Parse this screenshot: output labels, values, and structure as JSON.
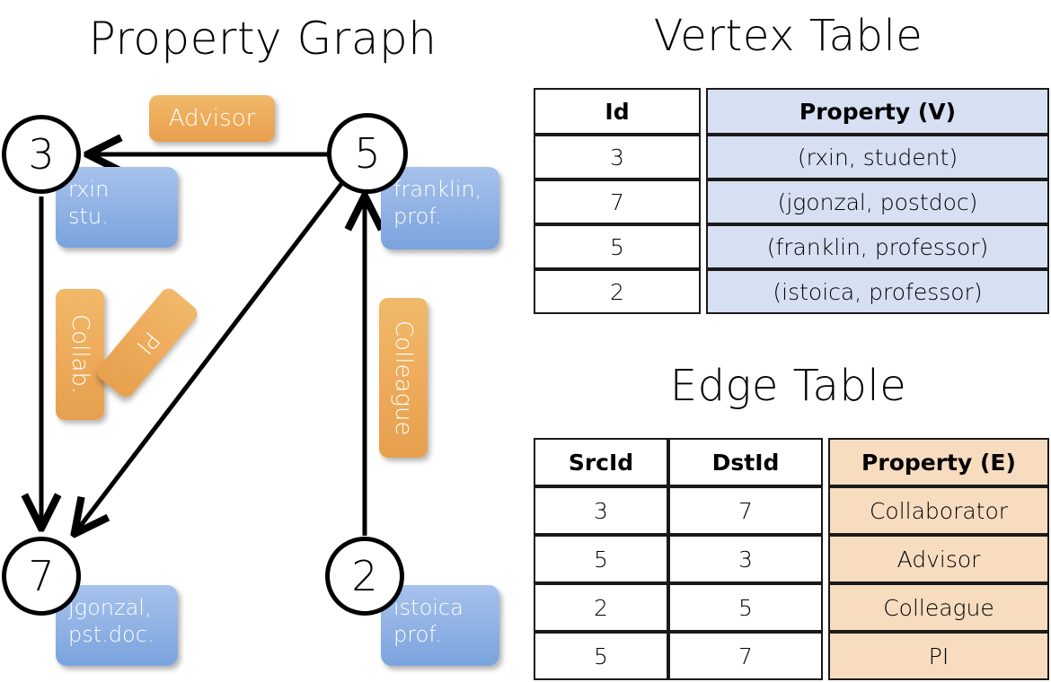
{
  "titles": {
    "property_graph": "Property Graph",
    "vertex_table": "Vertex Table",
    "edge_table": "Edge Table"
  },
  "graph": {
    "nodes": [
      {
        "id": "3",
        "name": "node-3",
        "property_line1": "rxin",
        "property_line2": "stu."
      },
      {
        "id": "5",
        "name": "node-5",
        "property_line1": "franklin,",
        "property_line2": "prof."
      },
      {
        "id": "7",
        "name": "node-7",
        "property_line1": "jgonzal,",
        "property_line2": "pst.doc."
      },
      {
        "id": "2",
        "name": "node-2",
        "property_line1": "istoica",
        "property_line2": "prof."
      }
    ],
    "edge_labels": [
      {
        "key": "advisor",
        "label": "Advisor"
      },
      {
        "key": "collab",
        "label": "Collab."
      },
      {
        "key": "pi",
        "label": "PI"
      },
      {
        "key": "colleague",
        "label": "Colleague"
      }
    ]
  },
  "vertex_table": {
    "headers": [
      "Id",
      "Property (V)"
    ],
    "rows": [
      {
        "id": "3",
        "property": "(rxin, student)"
      },
      {
        "id": "7",
        "property": "(jgonzal, postdoc)"
      },
      {
        "id": "5",
        "property": "(franklin, professor)"
      },
      {
        "id": "2",
        "property": "(istoica, professor)"
      }
    ]
  },
  "edge_table": {
    "headers": [
      "SrcId",
      "DstId",
      "Property (E)"
    ],
    "rows": [
      {
        "src": "3",
        "dst": "7",
        "property": "Collaborator"
      },
      {
        "src": "5",
        "dst": "3",
        "property": "Advisor"
      },
      {
        "src": "2",
        "dst": "5",
        "property": "Colleague"
      },
      {
        "src": "5",
        "dst": "7",
        "property": "PI"
      }
    ]
  },
  "colors": {
    "node_stroke": "#000000",
    "vertex_property_fill": "#d6e0f2",
    "edge_property_fill": "#f7dcc0",
    "graph_property_box": "#93b4e6",
    "graph_edge_label_box": "#eeab5b",
    "background": "#ffffff"
  }
}
